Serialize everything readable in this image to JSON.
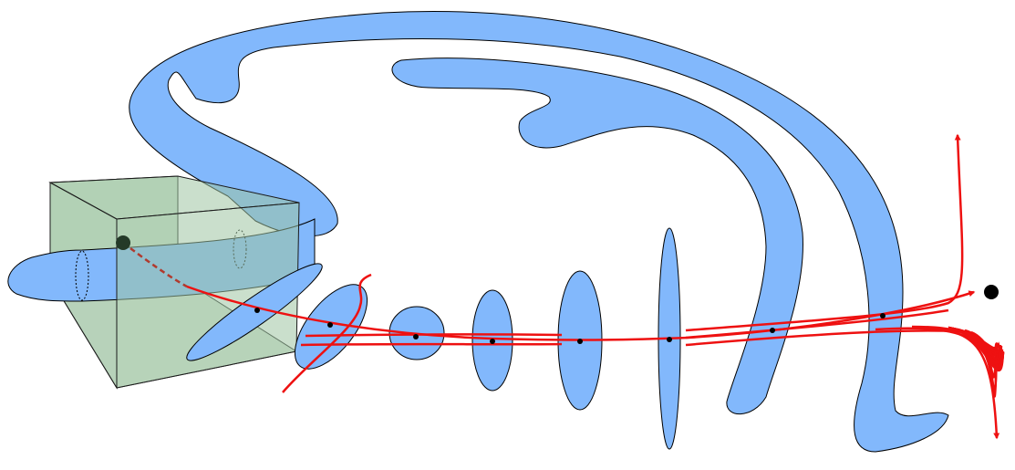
{
  "colors": {
    "sheet_fill": "#82b8fc",
    "sheet_stroke": "#000000",
    "cube_fill": "#9fc4a3",
    "cube_edge": "#1a1a1a",
    "curve": "#ee1111",
    "dashed_curve": "#b03a2e",
    "point": "#000000",
    "source_point": "#243a28",
    "background": "#ffffff"
  },
  "icons": {
    "cube": "translucent-cube",
    "arrowhead": "red-arrowhead",
    "point": "black-dot"
  }
}
